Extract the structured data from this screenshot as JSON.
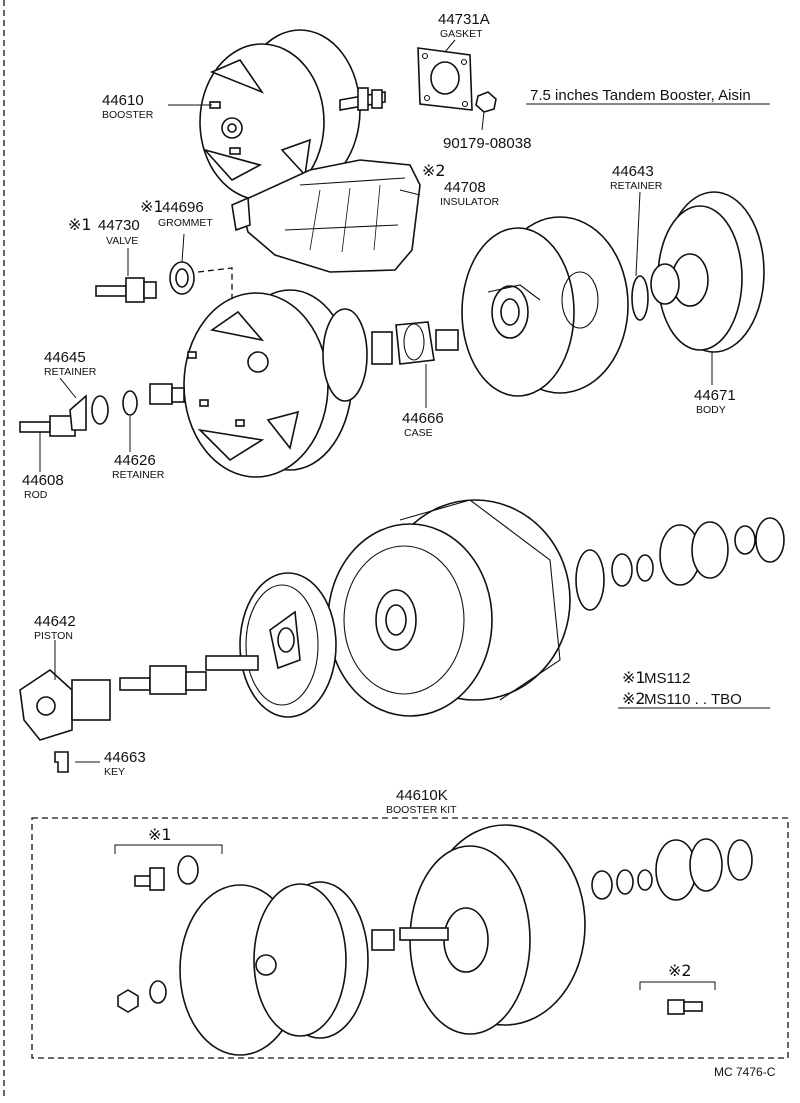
{
  "title": "7.5 inches Tandem Booster, Aisin",
  "footer_code": "MC  7476-C",
  "notes": [
    {
      "mark": "※1",
      "text": "MS112"
    },
    {
      "mark": "※2",
      "text": "MS110 . . TBO"
    }
  ],
  "parts": {
    "gasket": {
      "number": "44731A",
      "name": "GASKET"
    },
    "booster": {
      "number": "44610",
      "name": "BOOSTER"
    },
    "nut": {
      "number": "90179-08038"
    },
    "insulator": {
      "mark": "※2",
      "number": "44708",
      "name": "INSULATOR"
    },
    "grommet": {
      "mark": "※1",
      "number": "44696",
      "name": "GROMMET"
    },
    "valve": {
      "mark": "※1",
      "number": "44730",
      "name": "VALVE"
    },
    "retainer_r": {
      "number": "44643",
      "name": "RETAINER"
    },
    "retainer_l": {
      "number": "44645",
      "name": "RETAINER"
    },
    "case": {
      "number": "44666",
      "name": "CASE"
    },
    "body": {
      "number": "44671",
      "name": "BODY"
    },
    "retainer_m": {
      "number": "44626",
      "name": "RETAINER"
    },
    "rod": {
      "number": "44608",
      "name": "ROD"
    },
    "piston": {
      "number": "44642",
      "name": "PISTON"
    },
    "key": {
      "number": "44663",
      "name": "KEY"
    },
    "kit": {
      "number": "44610K",
      "name": "BOOSTER KIT"
    }
  },
  "kit_marks": {
    "left": "※1",
    "right": "※2"
  }
}
